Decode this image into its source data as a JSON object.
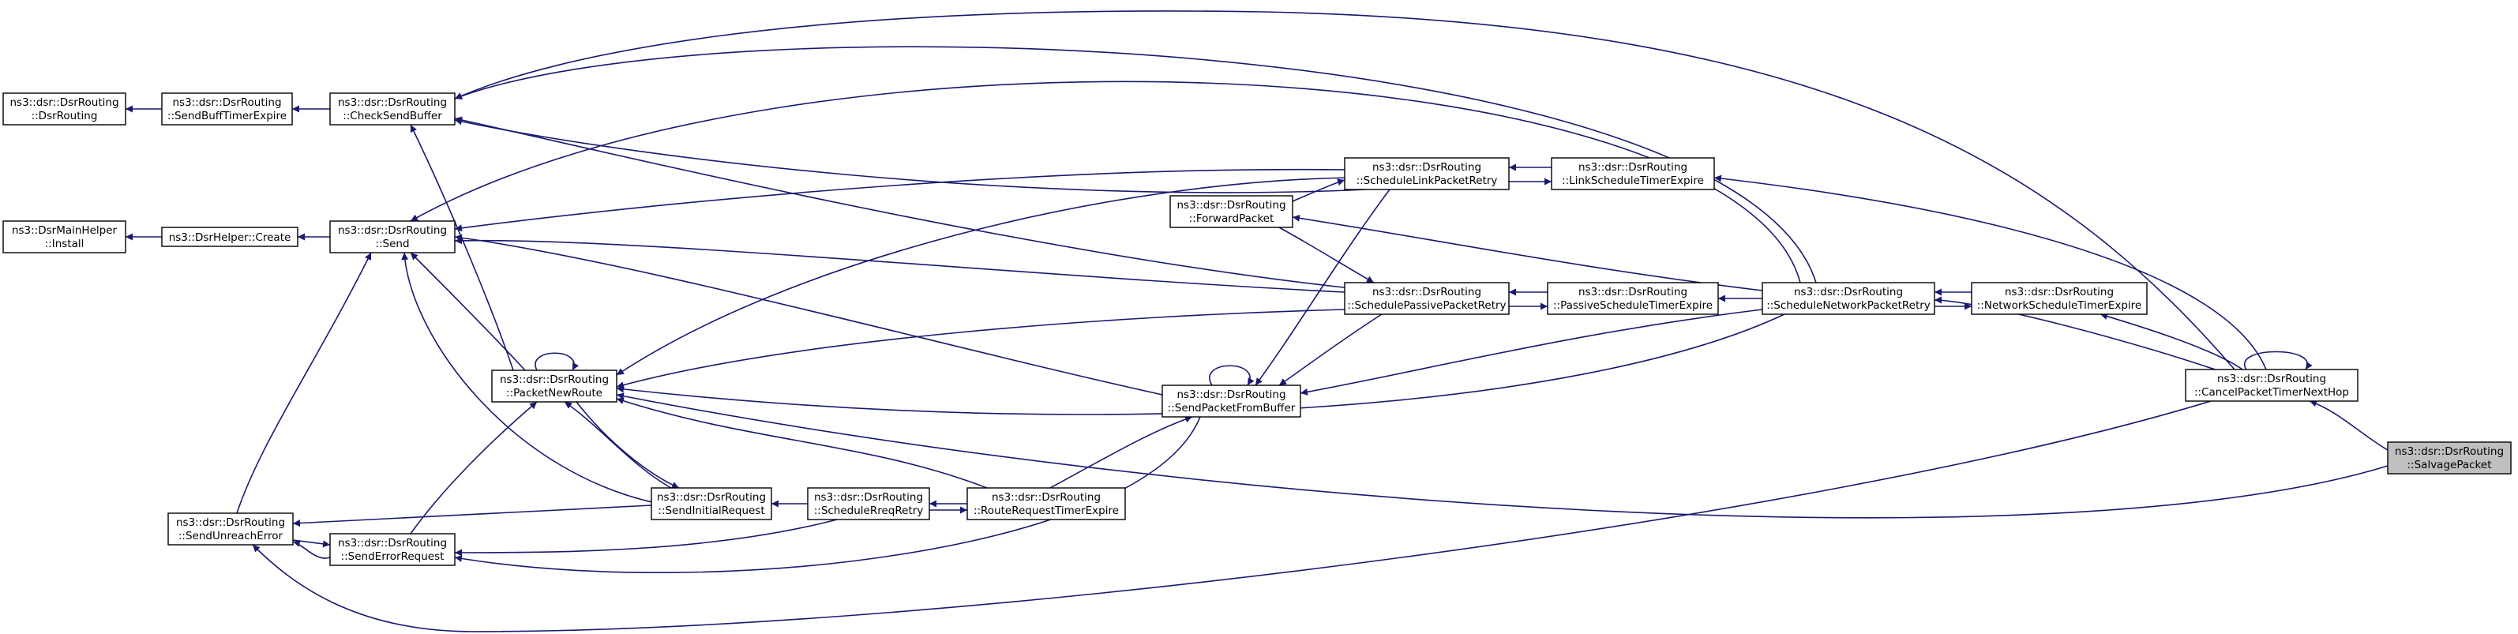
{
  "graph": {
    "edge_color": "#191970",
    "focus_fill": "#bfbfbf",
    "nodes": [
      {
        "id": "n_dsrrouting_ctor",
        "lines": [
          "ns3::dsr::DsrRouting",
          "::DsrRouting"
        ]
      },
      {
        "id": "n_sendbufftimer",
        "lines": [
          "ns3::dsr::DsrRouting",
          "::SendBuffTimerExpire"
        ]
      },
      {
        "id": "n_checksendbuffer",
        "lines": [
          "ns3::dsr::DsrRouting",
          "::CheckSendBuffer"
        ]
      },
      {
        "id": "n_mainhelper_install",
        "lines": [
          "ns3::DsrMainHelper",
          "::Install"
        ]
      },
      {
        "id": "n_helper_create",
        "lines": [
          "ns3::DsrHelper::Create"
        ]
      },
      {
        "id": "n_send",
        "lines": [
          "ns3::dsr::DsrRouting",
          "::Send"
        ]
      },
      {
        "id": "n_packetnewroute",
        "lines": [
          "ns3::dsr::DsrRouting",
          "::PacketNewRoute"
        ]
      },
      {
        "id": "n_sendunreacherror",
        "lines": [
          "ns3::dsr::DsrRouting",
          "::SendUnreachError"
        ]
      },
      {
        "id": "n_senderrorrequest",
        "lines": [
          "ns3::dsr::DsrRouting",
          "::SendErrorRequest"
        ]
      },
      {
        "id": "n_sendinitialrequest",
        "lines": [
          "ns3::dsr::DsrRouting",
          "::SendInitialRequest"
        ]
      },
      {
        "id": "n_schedulereqretry",
        "lines": [
          "ns3::dsr::DsrRouting",
          "::ScheduleRreqRetry"
        ]
      },
      {
        "id": "n_routerequesttimer",
        "lines": [
          "ns3::dsr::DsrRouting",
          "::RouteRequestTimerExpire"
        ]
      },
      {
        "id": "n_forwardpacket",
        "lines": [
          "ns3::dsr::DsrRouting",
          "::ForwardPacket"
        ]
      },
      {
        "id": "n_sendpacketfrombuffer",
        "lines": [
          "ns3::dsr::DsrRouting",
          "::SendPacketFromBuffer"
        ]
      },
      {
        "id": "n_schedulelinkpacketretry",
        "lines": [
          "ns3::dsr::DsrRouting",
          "::ScheduleLinkPacketRetry"
        ]
      },
      {
        "id": "n_schedulepassivepacketretry",
        "lines": [
          "ns3::dsr::DsrRouting",
          "::SchedulePassivePacketRetry"
        ]
      },
      {
        "id": "n_linkscheduletimer",
        "lines": [
          "ns3::dsr::DsrRouting",
          "::LinkScheduleTimerExpire"
        ]
      },
      {
        "id": "n_passivescheduletimer",
        "lines": [
          "ns3::dsr::DsrRouting",
          "::PassiveScheduleTimerExpire"
        ]
      },
      {
        "id": "n_schedulenetworkpacketretry",
        "lines": [
          "ns3::dsr::DsrRouting",
          "::ScheduleNetworkPacketRetry"
        ]
      },
      {
        "id": "n_networkscheduletimer",
        "lines": [
          "ns3::dsr::DsrRouting",
          "::NetworkScheduleTimerExpire"
        ]
      },
      {
        "id": "n_cancelpackettimer",
        "lines": [
          "ns3::dsr::DsrRouting",
          "::CancelPacketTimerNextHop"
        ]
      },
      {
        "id": "n_salvagepacket",
        "lines": [
          "ns3::dsr::DsrRouting",
          "::SalvagePacket"
        ],
        "focus": true
      }
    ],
    "edges": [
      {
        "from": "n_sendbufftimer",
        "to": "n_dsrrouting_ctor"
      },
      {
        "from": "n_checksendbuffer",
        "to": "n_sendbufftimer"
      },
      {
        "from": "n_helper_create",
        "to": "n_mainhelper_install"
      },
      {
        "from": "n_send",
        "to": "n_helper_create"
      },
      {
        "from": "n_packetnewroute",
        "to": "n_checksendbuffer"
      },
      {
        "from": "n_packetnewroute",
        "to": "n_send"
      },
      {
        "from": "n_packetnewroute",
        "to": "n_packetnewroute"
      },
      {
        "from": "n_sendunreacherror",
        "to": "n_send"
      },
      {
        "from": "n_sendunreacherror",
        "to": "n_senderrorrequest"
      },
      {
        "from": "n_senderrorrequest",
        "to": "n_sendunreacherror"
      },
      {
        "from": "n_sendinitialrequest",
        "to": "n_send"
      },
      {
        "from": "n_sendinitialrequest",
        "to": "n_packetnewroute"
      },
      {
        "from": "n_packetnewroute",
        "to": "n_sendinitialrequest"
      },
      {
        "from": "n_sendinitialrequest",
        "to": "n_sendunreacherror"
      },
      {
        "from": "n_schedulereqretry",
        "to": "n_sendinitialrequest"
      },
      {
        "from": "n_schedulereqretry",
        "to": "n_senderrorrequest"
      },
      {
        "from": "n_routerequesttimer",
        "to": "n_schedulereqretry"
      },
      {
        "from": "n_schedulereqretry",
        "to": "n_routerequesttimer"
      },
      {
        "from": "n_routerequesttimer",
        "to": "n_packetnewroute"
      },
      {
        "from": "n_senderrorrequest",
        "to": "n_packetnewroute"
      },
      {
        "from": "n_sendpacketfrombuffer",
        "to": "n_send"
      },
      {
        "from": "n_sendpacketfrombuffer",
        "to": "n_senderrorrequest"
      },
      {
        "from": "n_sendpacketfrombuffer",
        "to": "n_sendpacketfrombuffer"
      },
      {
        "from": "n_routerequesttimer",
        "to": "n_sendpacketfrombuffer"
      },
      {
        "from": "n_forwardpacket",
        "to": "n_schedulelinkpacketretry"
      },
      {
        "from": "n_schedulelinkpacketretry",
        "to": "n_send"
      },
      {
        "from": "n_schedulelinkpacketretry",
        "to": "n_checksendbuffer"
      },
      {
        "from": "n_schedulelinkpacketretry",
        "to": "n_packetnewroute"
      },
      {
        "from": "n_schedulelinkpacketretry",
        "to": "n_sendpacketfrombuffer"
      },
      {
        "from": "n_linkscheduletimer",
        "to": "n_schedulelinkpacketretry"
      },
      {
        "from": "n_schedulelinkpacketretry",
        "to": "n_linkscheduletimer"
      },
      {
        "from": "n_schedulepassivepacketretry",
        "to": "n_send"
      },
      {
        "from": "n_schedulepassivepacketretry",
        "to": "n_checksendbuffer"
      },
      {
        "from": "n_schedulepassivepacketretry",
        "to": "n_packetnewroute"
      },
      {
        "from": "n_schedulepassivepacketretry",
        "to": "n_sendpacketfrombuffer"
      },
      {
        "from": "n_forwardpacket",
        "to": "n_schedulepassivepacketretry"
      },
      {
        "from": "n_passivescheduletimer",
        "to": "n_schedulepassivepacketretry"
      },
      {
        "from": "n_schedulepassivepacketretry",
        "to": "n_passivescheduletimer"
      },
      {
        "from": "n_schedulenetworkpacketretry",
        "to": "n_send"
      },
      {
        "from": "n_schedulenetworkpacketretry",
        "to": "n_checksendbuffer"
      },
      {
        "from": "n_schedulenetworkpacketretry",
        "to": "n_forwardpacket"
      },
      {
        "from": "n_schedulenetworkpacketretry",
        "to": "n_sendpacketfrombuffer"
      },
      {
        "from": "n_schedulenetworkpacketretry",
        "to": "n_packetnewroute"
      },
      {
        "from": "n_schedulenetworkpacketretry",
        "to": "n_passivescheduletimer"
      },
      {
        "from": "n_networkscheduletimer",
        "to": "n_schedulenetworkpacketretry"
      },
      {
        "from": "n_schedulenetworkpacketretry",
        "to": "n_networkscheduletimer"
      },
      {
        "from": "n_cancelpackettimer",
        "to": "n_networkscheduletimer"
      },
      {
        "from": "n_cancelpackettimer",
        "to": "n_linkscheduletimer"
      },
      {
        "from": "n_cancelpackettimer",
        "to": "n_checksendbuffer"
      },
      {
        "from": "n_cancelpackettimer",
        "to": "n_send"
      },
      {
        "from": "n_cancelpackettimer",
        "to": "n_cancelpackettimer"
      },
      {
        "from": "n_salvagepacket",
        "to": "n_cancelpackettimer"
      },
      {
        "from": "n_salvagepacket",
        "to": "n_packetnewroute"
      },
      {
        "from": "n_cancelpackettimer",
        "to": "n_sendunreacherror"
      }
    ]
  }
}
